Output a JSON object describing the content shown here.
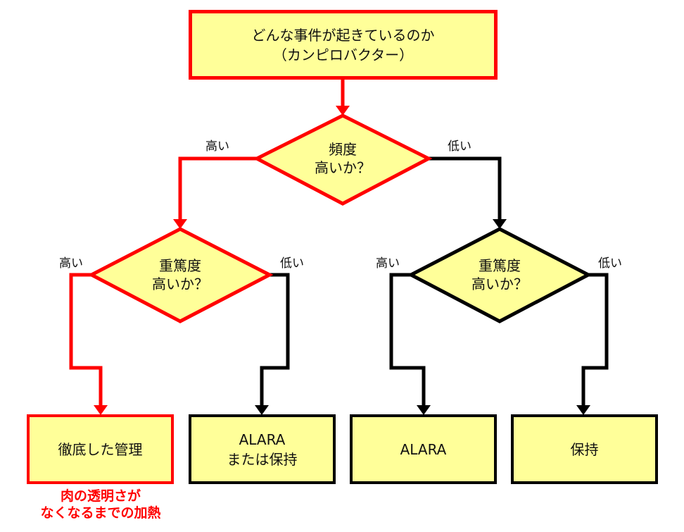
{
  "top": {
    "line1": "どんな事件が起きているのか",
    "line2": "（カンピロバクター）"
  },
  "decision_freq": {
    "line1": "頻度",
    "line2": "高いか？",
    "high": "高い",
    "low": "低い"
  },
  "decision_sev_left": {
    "line1": "重篤度",
    "line2": "高いか？",
    "high": "高い",
    "low": "低い"
  },
  "decision_sev_right": {
    "line1": "重篤度",
    "line2": "高いか？",
    "high": "高い",
    "low": "低い"
  },
  "outcomes": {
    "thorough": "徹底した管理",
    "alara_hold_1": "ALARA",
    "alara_hold_2": "または保持",
    "alara": "ALARA",
    "hold": "保持"
  },
  "note": {
    "line1": "肉の透明さが",
    "line2": "なくなるまでの加熱"
  },
  "colors": {
    "highlight": "#ff0000",
    "normal": "#000000",
    "fill": "#ffff99"
  }
}
